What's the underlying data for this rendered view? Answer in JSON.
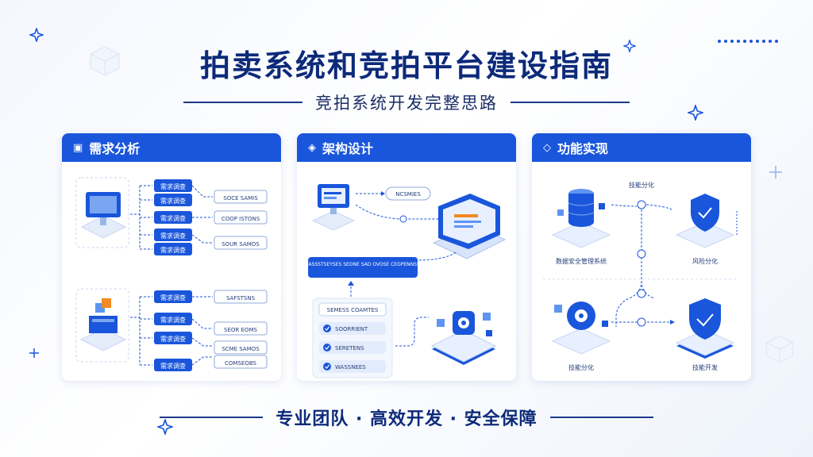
{
  "title": "拍卖系统和竞拍平台建设指南",
  "subtitle": "竞拍系统开发完整思路",
  "footer": "专业团队 · 高效开发 · 安全保障",
  "colors": {
    "accent": "#1a56db",
    "dark": "#0d2a7a",
    "light": "#eaf1ff"
  },
  "panels": [
    {
      "title": "需求分析",
      "icon": "document-icon",
      "top_group": {
        "boxes": [
          "需求调查",
          "需求调查",
          "需求调查",
          "需求调查",
          "需求调查"
        ],
        "outputs": [
          "SOCE SAMIS",
          "COOP ISTONS",
          "SOUR SAMOS"
        ]
      },
      "bottom_group": {
        "boxes": [
          "需求调查",
          "需求调查",
          "需求调查",
          "需求调查"
        ],
        "outputs": [
          "SAFSTSNS",
          "SEOR EOMS",
          "SCME SAMOS",
          "COMSEOBS"
        ]
      }
    },
    {
      "title": "架构设计",
      "icon": "layers-icon",
      "top_label": "NCSMIES",
      "banner": "TASSSTSEYSES SEONE SAD OVOSE CEGPENNSS",
      "list_header": "SEMESS COAMTES",
      "list_items": [
        "SOORRIENT",
        "SERETENS",
        "WASSNEES"
      ]
    },
    {
      "title": "功能实现",
      "icon": "cube-icon",
      "top_label": "技能分化",
      "labels": [
        "数据安全管理系统",
        "风险分化",
        "技能分化",
        "技能开发"
      ]
    }
  ]
}
